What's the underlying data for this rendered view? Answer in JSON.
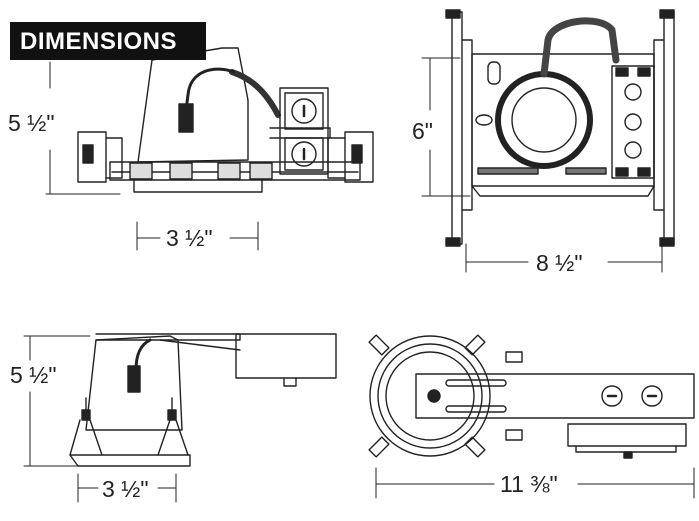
{
  "title": "DIMENSIONS",
  "dimensions": {
    "top_left_height": "5 ½\"",
    "top_left_width": "3 ½\"",
    "top_right_height": "6\"",
    "top_right_width": "8 ½\"",
    "bottom_left_height": "5 ½\"",
    "bottom_left_width": "3 ½\"",
    "bottom_right_length": "11 ⅜\""
  },
  "colors": {
    "line": "#222222",
    "background": "#ffffff",
    "title_bg": "#111111"
  }
}
